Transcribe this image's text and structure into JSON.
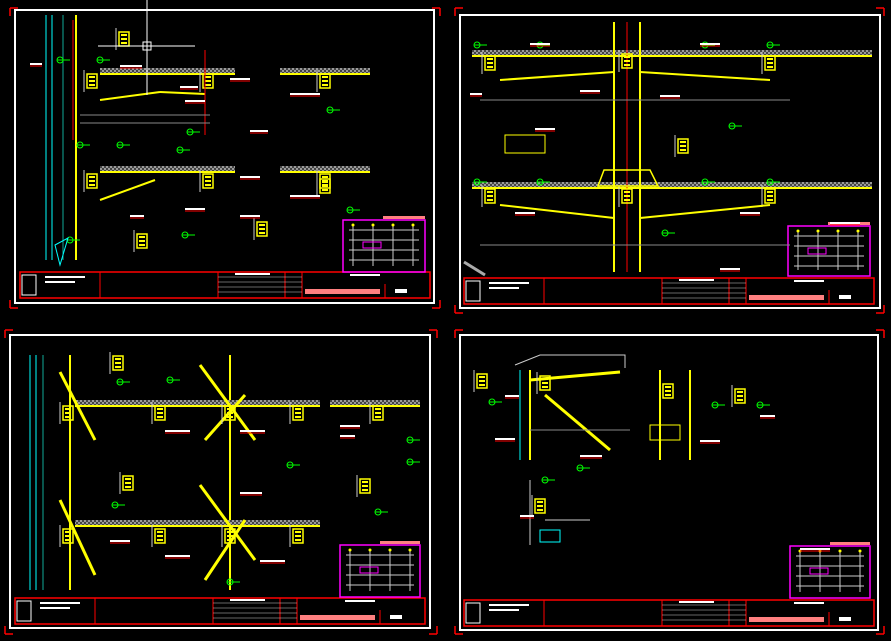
{
  "app": {
    "view": "model-space",
    "background_color": "#000000"
  },
  "colors": {
    "frame": "#ffffff",
    "sheet_corner": "#ff0000",
    "steel": "#ffff00",
    "slab_hatch": "#9a9a9a",
    "annotation": "#ff0000",
    "section_marker": "#00ff00",
    "curtain_wall": "#00ffff",
    "key_plan": "#ff00ff",
    "title_fill": "#ff8080",
    "grid_line": "#888888"
  },
  "sheets": [
    {
      "id": "sheet-1",
      "has_key_plan": true,
      "has_cursor": true
    },
    {
      "id": "sheet-2",
      "has_key_plan": true,
      "has_cursor": false
    },
    {
      "id": "sheet-3",
      "has_key_plan": true,
      "has_cursor": false
    },
    {
      "id": "sheet-4",
      "has_key_plan": true,
      "has_cursor": false
    }
  ],
  "cursor": {
    "icon": "crosshair-icon"
  }
}
